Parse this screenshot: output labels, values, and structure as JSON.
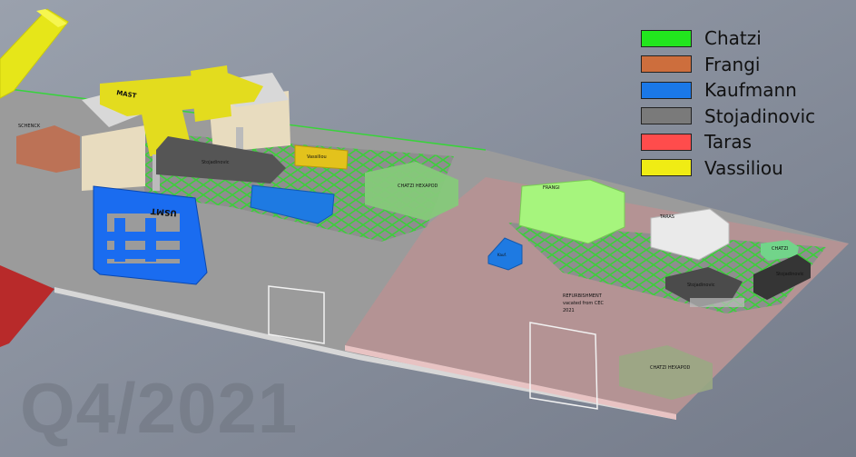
{
  "legend": {
    "items": [
      {
        "label": "Chatzi",
        "color": "#22e61e"
      },
      {
        "label": "Frangi",
        "color": "#cd6e3d"
      },
      {
        "label": "Kaufmann",
        "color": "#1a78e8"
      },
      {
        "label": "Stojadinovic",
        "color": "#7a7a7a"
      },
      {
        "label": "Taras",
        "color": "#ff4c4c"
      },
      {
        "label": "Vassiliou",
        "color": "#f0ec14"
      }
    ]
  },
  "period_label": "Q4/2021",
  "labels": {
    "mast": "MAST",
    "usmt": "USMT",
    "stojadinovic_table": "Stojadinovic",
    "vassiliou_block": "Vassiliou",
    "chatzi_hexapod_left": "CHATZI HEXAPOD",
    "frangi_block": "FRANGI",
    "taras_block": "TARAS",
    "chatzi_small": "CHATZI",
    "stojadinovic_right": "Stojadinovic",
    "stojadinovic_slab": "Stojadinovic",
    "refurbishment_line1": "REFURBISHMENT",
    "refurbishment_line2": "vacated from CEC",
    "refurbishment_line3": "2021",
    "chatzi_hexapod_right": "CHATZI HEXAPOD",
    "kaufmann_small": "Kauf.",
    "schenck_label": "SCHENCK"
  }
}
